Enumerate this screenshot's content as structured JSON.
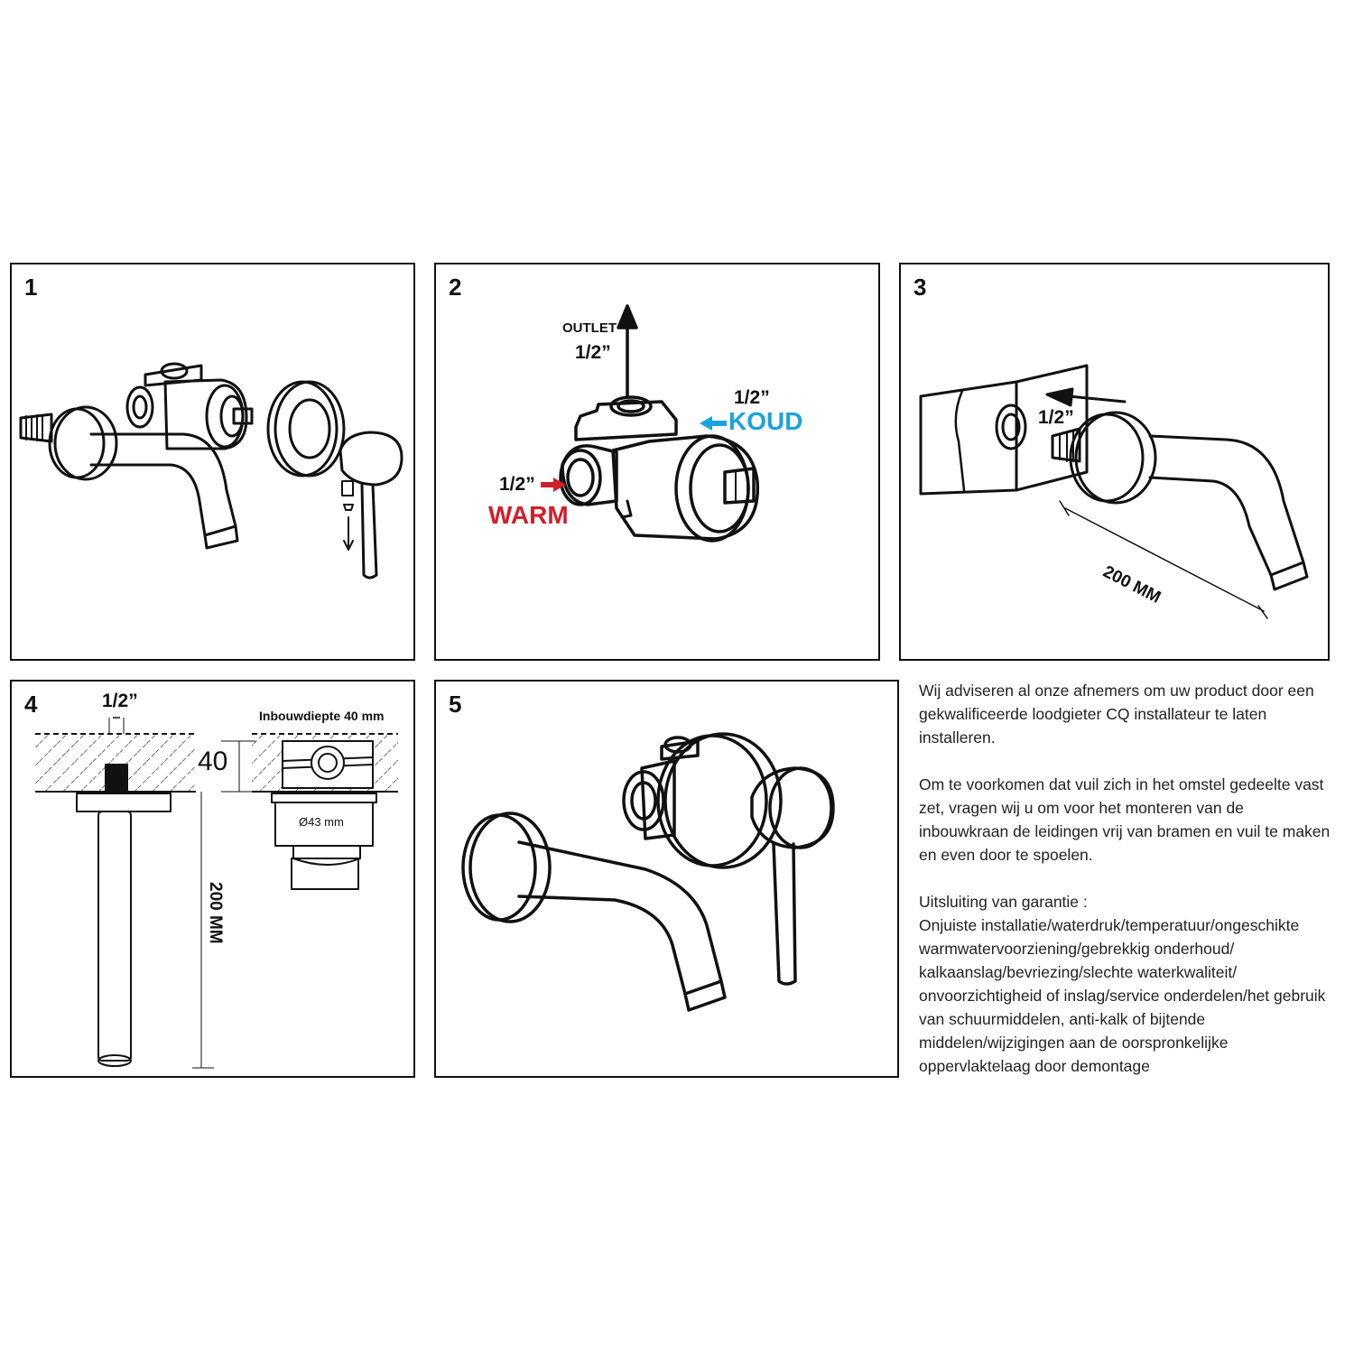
{
  "panels": [
    {
      "number": "1"
    },
    {
      "number": "2",
      "outlet_label": "OUTLET",
      "outlet_size": "1/2”",
      "cold_size": "1/2”",
      "cold_label": "KOUD",
      "warm_size": "1/2”",
      "warm_label": "WARM"
    },
    {
      "number": "3",
      "thread_size": "1/2”",
      "spout_length": "200 MM"
    },
    {
      "number": "4",
      "thread_size": "1/2”",
      "depth_title": "Inbouwdiepte 40 mm",
      "depth_value": "40",
      "diameter": "Ø43 mm",
      "spout_length": "200 MM"
    },
    {
      "number": "5"
    }
  ],
  "notes": {
    "advice": "Wij adviseren al onze afnemers om uw product door een gekwalificeerde loodgieter CQ installateur te laten installeren.",
    "flush": "Om te voorkomen dat vuil zich in het omstel gedeelte vast zet, vragen wij u om voor het monteren van de inbouwkraan de leidingen vrij van bramen en vuil te maken en even door te spoelen.",
    "warranty_title": "Uitsluiting van garantie :",
    "warranty_text": "Onjuiste installatie/waterdruk/temperatuur/ongeschikte warmwatervoorziening/gebrekkig onderhoud/ kalkaanslag/bevriezing/slechte waterkwaliteit/ onvoorzichtigheid of inslag/service onderdelen/het gebruik van schuurmiddelen, anti-kalk of bijtende middelen/wijzigingen aan de oorspronkelijke oppervlaktelaag  door demontage"
  },
  "colors": {
    "warm": "#d0202a",
    "cold": "#1aa3de",
    "line": "#111111"
  }
}
